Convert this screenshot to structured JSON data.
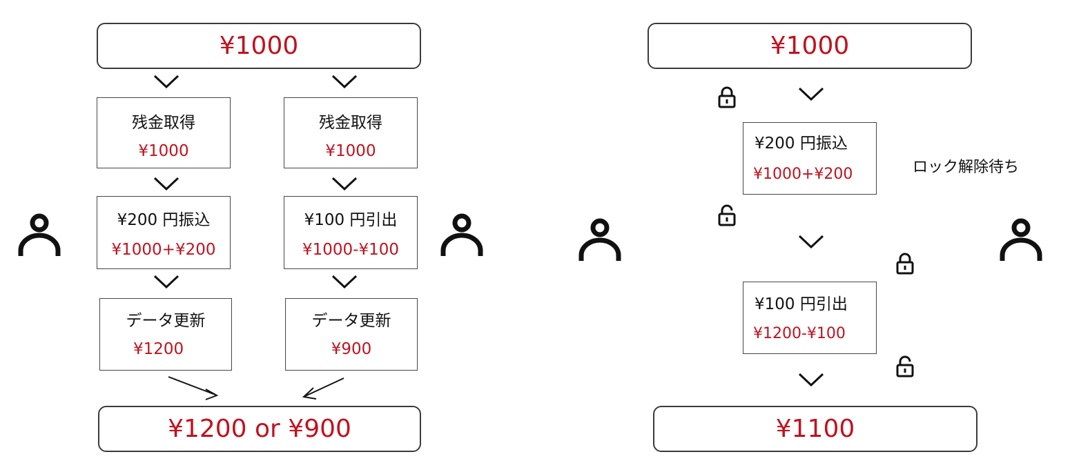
{
  "left": {
    "top_total": "¥1000",
    "col_a": {
      "step1_label": "残金取得",
      "step1_value": "¥1000",
      "step2_label": "¥200 円振込",
      "step2_value": "¥1000+¥200",
      "step3_label": "データ更新",
      "step3_value": "¥1200"
    },
    "col_b": {
      "step1_label": "残金取得",
      "step1_value": "¥1000",
      "step2_label": "¥100 円引出",
      "step2_value": "¥1000-¥100",
      "step3_label": "データ更新",
      "step3_value": "¥900"
    },
    "bottom_total": "¥1200 or ¥900"
  },
  "right": {
    "top_total": "¥1000",
    "step1_label": "¥200 円振込",
    "step1_value": "¥1000+¥200",
    "step2_label": "¥100 円引出",
    "step2_value": "¥1200-¥100",
    "wait_note": "ロック解除待ち",
    "bottom_total": "¥1100"
  },
  "colors": {
    "value_red": "#c1121f",
    "border": "#3a3a3a",
    "icon": "#111111"
  },
  "icons": [
    "person-icon",
    "chevron-down-icon",
    "arrow-icon",
    "lock-closed-icon",
    "lock-open-icon"
  ]
}
